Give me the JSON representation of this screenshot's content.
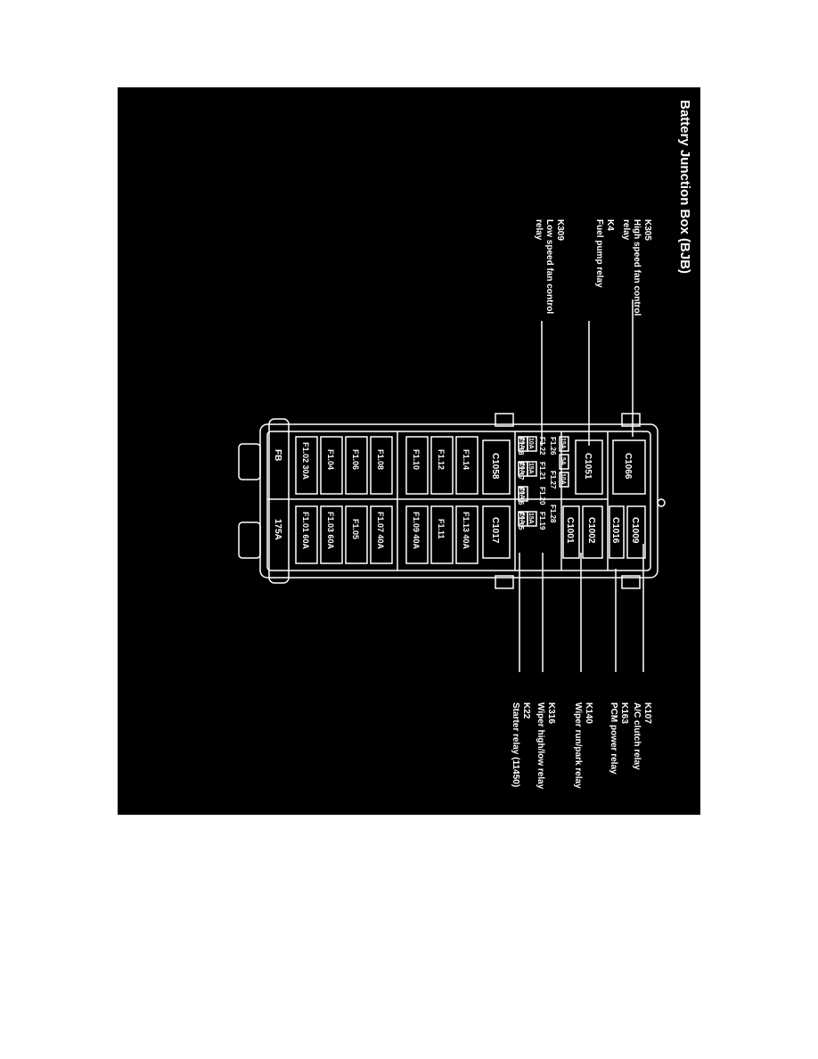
{
  "colors": {
    "background": "#000000",
    "foreground": "#ffffff",
    "page": "#ffffff"
  },
  "diagram": {
    "title": "Battery Junction Box (BJB)",
    "left_callouts": [
      {
        "code": "K305",
        "lines": [
          "High speed fan control",
          "relay"
        ]
      },
      {
        "code": "K4",
        "lines": [
          "Fuel pump relay"
        ]
      },
      {
        "code": "K309",
        "lines": [
          "Low speed fan control",
          "relay"
        ]
      }
    ],
    "right_callouts": [
      {
        "code": "K107",
        "lines": [
          "A/C clutch relay"
        ]
      },
      {
        "code": "K163",
        "lines": [
          "PCM power relay"
        ]
      },
      {
        "code": "K140",
        "lines": [
          "Wiper run/park relay"
        ]
      },
      {
        "code": "K316",
        "lines": [
          "Wiper high/low relay"
        ]
      },
      {
        "code": "K22",
        "lines": [
          "Starter relay (11450)"
        ]
      }
    ],
    "relays": [
      "C1066",
      "C1051",
      "C1058",
      "C1009",
      "C1016",
      "C1002",
      "C1001",
      "C1017"
    ],
    "mini_fuse_labels": [
      "F1.26",
      "F1.27",
      "F1.28",
      "F1.22",
      "F1.21",
      "F1.20",
      "F1.19",
      "F1.18",
      "F1.17",
      "F1.16",
      "F1.15"
    ],
    "mini_fuses": [
      "15A",
      "5A",
      "10A",
      "10A",
      "15A",
      "15A",
      "20A",
      "20A",
      "20A",
      "20A"
    ],
    "maxi_fuses": [
      "F1.14",
      "F1.12",
      "F1.10",
      "F1.08",
      "F1.06",
      "F1.04",
      "F1.02 30A",
      "F1.13 40A",
      "F1.11",
      "F1.09 40A",
      "F1.07 40A",
      "F1.05",
      "F1.03 60A",
      "F1.01 60A"
    ],
    "fusible_link": {
      "label": "FB",
      "rating": "175A"
    }
  }
}
